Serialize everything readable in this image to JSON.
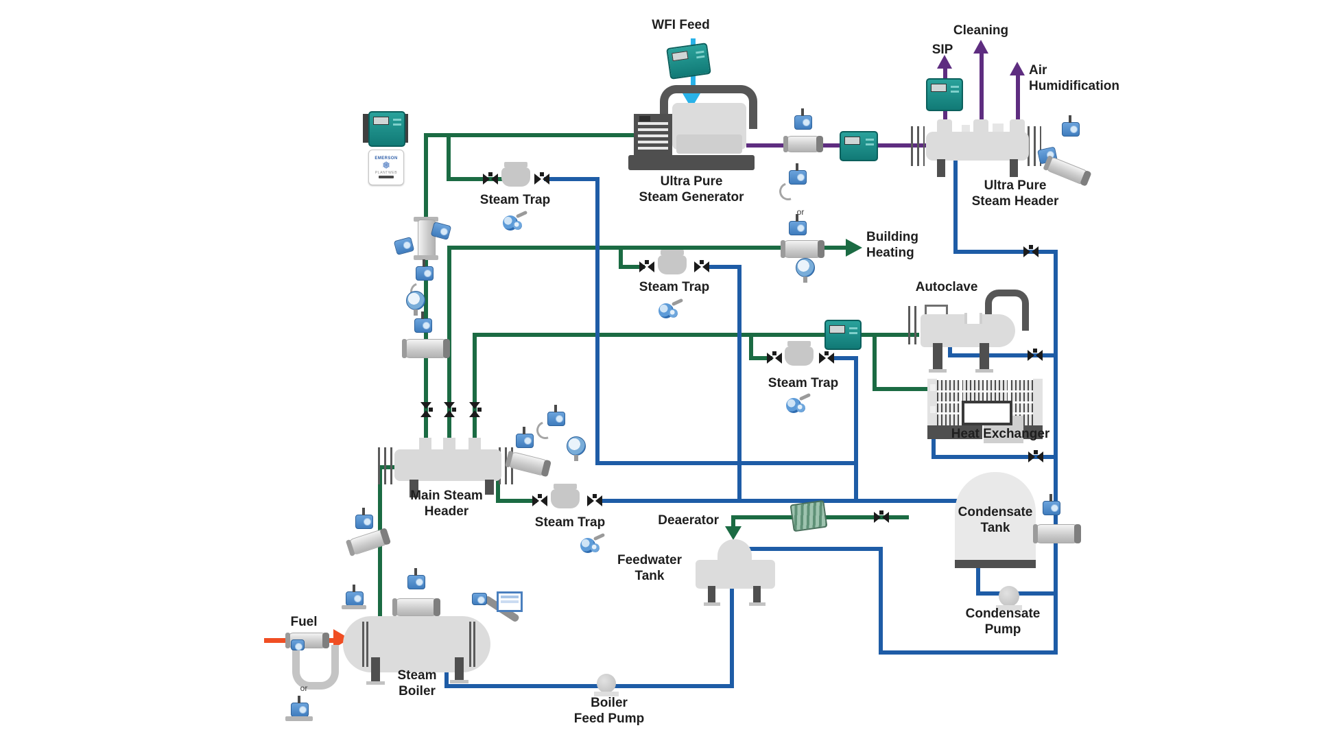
{
  "colors": {
    "steam_green": "#1b6b43",
    "condensate_blue": "#1e5ca6",
    "ultrapure_purple": "#5e2d80",
    "wfi_cyan": "#29b2e8",
    "fuel_orange": "#f04e23",
    "device_teal": "#17918b",
    "equipment_gray": "#dcdcdc",
    "equipment_dark": "#4f4f4f",
    "transmitter_blue": "#4e8fd0"
  },
  "labels": {
    "wfi_feed": "WFI Feed",
    "cleaning": "Cleaning",
    "sip": "SIP",
    "air_humidification": "Air\nHumidification",
    "ultra_pure_steam_generator": "Ultra Pure\nSteam Generator",
    "ultra_pure_steam_header": "Ultra Pure\nSteam Header",
    "steam_trap": "Steam Trap",
    "building_heating": "Building\nHeating",
    "autoclave": "Autoclave",
    "heat_exchanger": "Heat Exchanger",
    "condensate_tank": "Condensate\nTank",
    "condensate_pump": "Condensate\nPump",
    "deaerator": "Deaerator",
    "feedwater_tank": "Feedwater\nTank",
    "main_steam_header": "Main Steam\nHeader",
    "steam_boiler": "Steam\nBoiler",
    "boiler_feed_pump": "Boiler\nFeed Pump",
    "fuel": "Fuel",
    "or": "or",
    "emerson_brand": "EMERSON",
    "plantweb": "PLANTWEB",
    "snowflake": "❅"
  }
}
